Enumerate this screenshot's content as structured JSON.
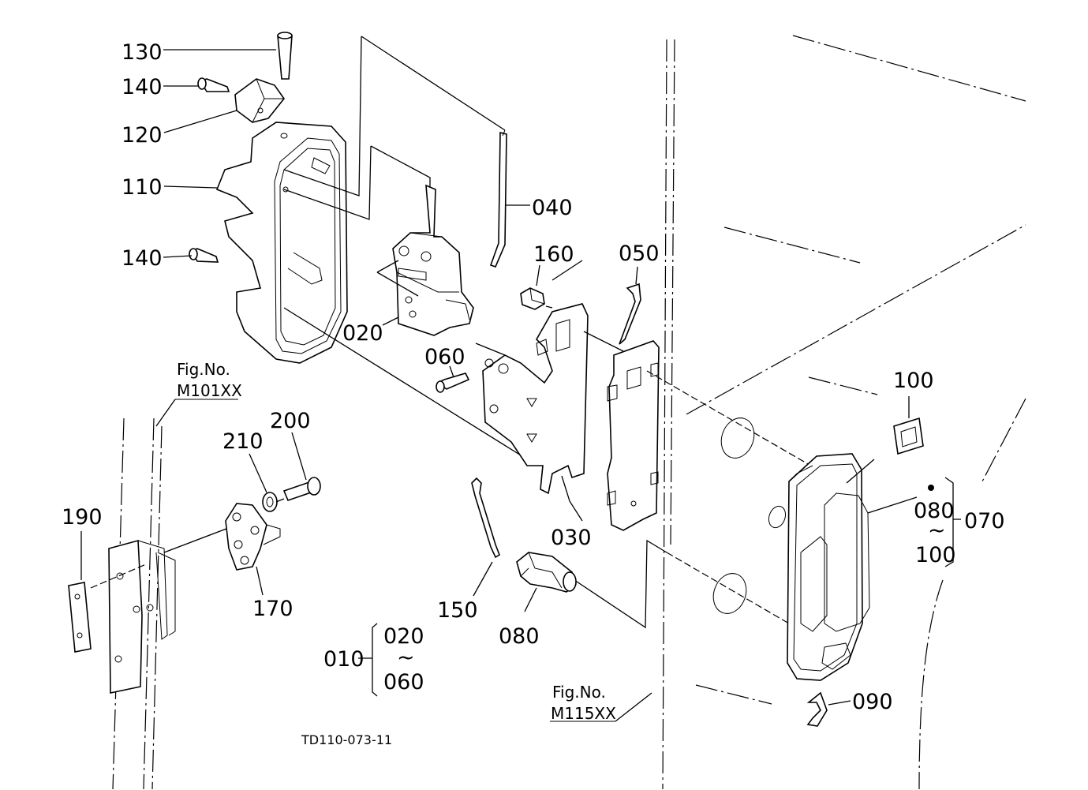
{
  "labels": {
    "p130": "130",
    "p140a": "140",
    "p120": "120",
    "p110": "110",
    "p140b": "140",
    "p040": "040",
    "p020": "020",
    "p160": "160",
    "p050": "050",
    "p060": "060",
    "p030": "030",
    "p100": "100",
    "p080r": "080",
    "p100r": "100",
    "p070": "070",
    "p200": "200",
    "p210": "210",
    "p190": "190",
    "p170": "170",
    "p150": "150",
    "p080": "080",
    "p010": "010",
    "p020b": "020",
    "p060b": "060",
    "p090": "090",
    "tilde1": "~",
    "tilde2": "~"
  },
  "references": {
    "fig1_title": "Fig.No.",
    "fig1_code": "M101XX",
    "fig2_title": "Fig.No.",
    "fig2_code": "M115XX"
  },
  "drawing_id": "TD110-073-11"
}
